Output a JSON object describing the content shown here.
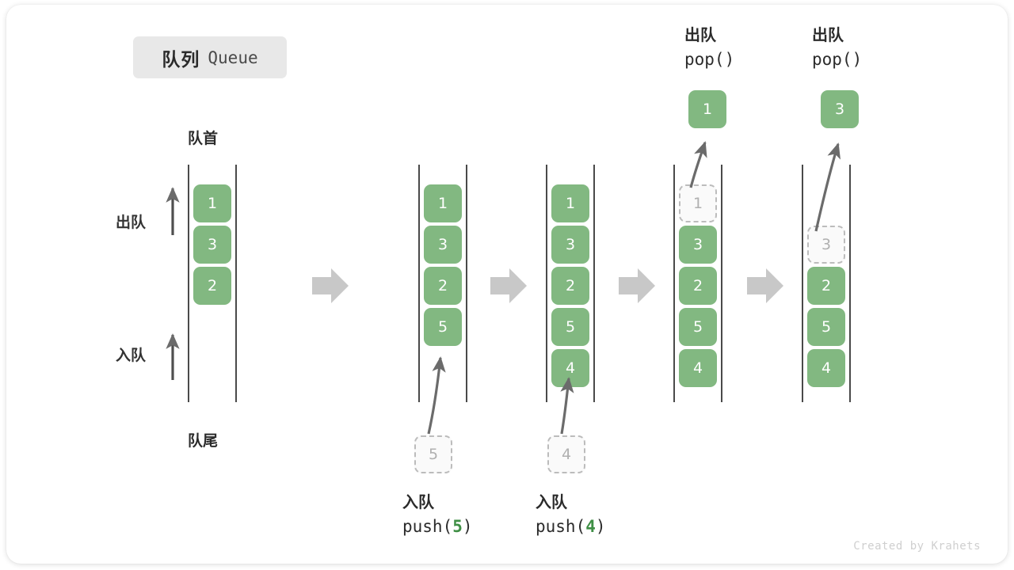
{
  "title": {
    "cn": "队列",
    "en": "Queue"
  },
  "labels": {
    "front": "队首",
    "rear": "队尾",
    "dequeue": "出队",
    "enqueue": "入队"
  },
  "footer": {
    "credit": "Created by Krahets"
  },
  "colors": {
    "cell_fill": "#82b881",
    "cell_text": "#ffffff",
    "ghost_border": "#bcbcbc",
    "ghost_text": "#b0b0b0",
    "rail": "#4a4a4a",
    "arrow": "#6b6b6b",
    "flow_arrow": "#c8c8c8",
    "accent_code": "#3f8f45",
    "badge_bg": "#e8e8e8"
  },
  "stages": [
    {
      "name": "initial",
      "cells": [
        {
          "value": "1",
          "state": "filled"
        },
        {
          "value": "3",
          "state": "filled"
        },
        {
          "value": "2",
          "state": "filled"
        },
        {
          "value": "",
          "state": "empty"
        },
        {
          "value": "",
          "state": "empty"
        }
      ]
    },
    {
      "name": "after-push-5",
      "cells": [
        {
          "value": "1",
          "state": "filled"
        },
        {
          "value": "3",
          "state": "filled"
        },
        {
          "value": "2",
          "state": "filled"
        },
        {
          "value": "5",
          "state": "filled"
        },
        {
          "value": "",
          "state": "empty"
        }
      ],
      "operation": {
        "cn": "入队",
        "code_prefix": "push(",
        "arg": "5",
        "code_suffix": ")"
      },
      "ghost": {
        "value": "5"
      }
    },
    {
      "name": "after-push-4",
      "cells": [
        {
          "value": "1",
          "state": "filled"
        },
        {
          "value": "3",
          "state": "filled"
        },
        {
          "value": "2",
          "state": "filled"
        },
        {
          "value": "5",
          "state": "filled"
        },
        {
          "value": "4",
          "state": "filled"
        }
      ],
      "operation": {
        "cn": "入队",
        "code_prefix": "push(",
        "arg": "4",
        "code_suffix": ")"
      },
      "ghost": {
        "value": "4"
      }
    },
    {
      "name": "after-pop-1",
      "cells": [
        {
          "value": "1",
          "state": "ghost"
        },
        {
          "value": "3",
          "state": "filled"
        },
        {
          "value": "2",
          "state": "filled"
        },
        {
          "value": "5",
          "state": "filled"
        },
        {
          "value": "4",
          "state": "filled"
        }
      ],
      "operation": {
        "cn": "出队",
        "code_prefix": "pop(",
        "arg": "",
        "code_suffix": ")"
      },
      "popped": {
        "value": "1"
      }
    },
    {
      "name": "after-pop-3",
      "cells": [
        {
          "value": "",
          "state": "empty"
        },
        {
          "value": "3",
          "state": "ghost"
        },
        {
          "value": "2",
          "state": "filled"
        },
        {
          "value": "5",
          "state": "filled"
        },
        {
          "value": "4",
          "state": "filled"
        }
      ],
      "operation": {
        "cn": "出队",
        "code_prefix": "pop(",
        "arg": "",
        "code_suffix": ")"
      },
      "popped": {
        "value": "3"
      }
    }
  ]
}
